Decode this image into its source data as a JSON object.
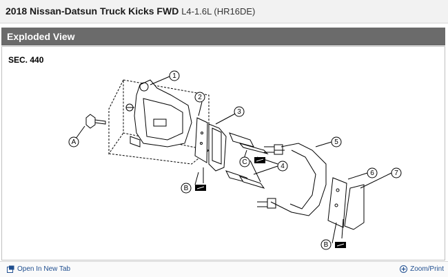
{
  "header": {
    "vehicle": "2018 Nissan-Datsun Truck Kicks FWD",
    "engine": "L4-1.6L (HR16DE)"
  },
  "panel": {
    "title": "Exploded View"
  },
  "diagram": {
    "section": "SEC. 440",
    "callouts": [
      "1",
      "2",
      "3",
      "4",
      "5",
      "6",
      "7"
    ],
    "letters": [
      "A",
      "B",
      "C",
      "B"
    ]
  },
  "footer": {
    "open_tab": "Open In New Tab",
    "zoom_print": "Zoom/Print"
  },
  "colors": {
    "header_bg": "#6b6b6b",
    "link": "#1f4e8f"
  },
  "icons": {
    "open_tab": "open-new-tab-icon",
    "zoom": "zoom-plus-icon"
  }
}
